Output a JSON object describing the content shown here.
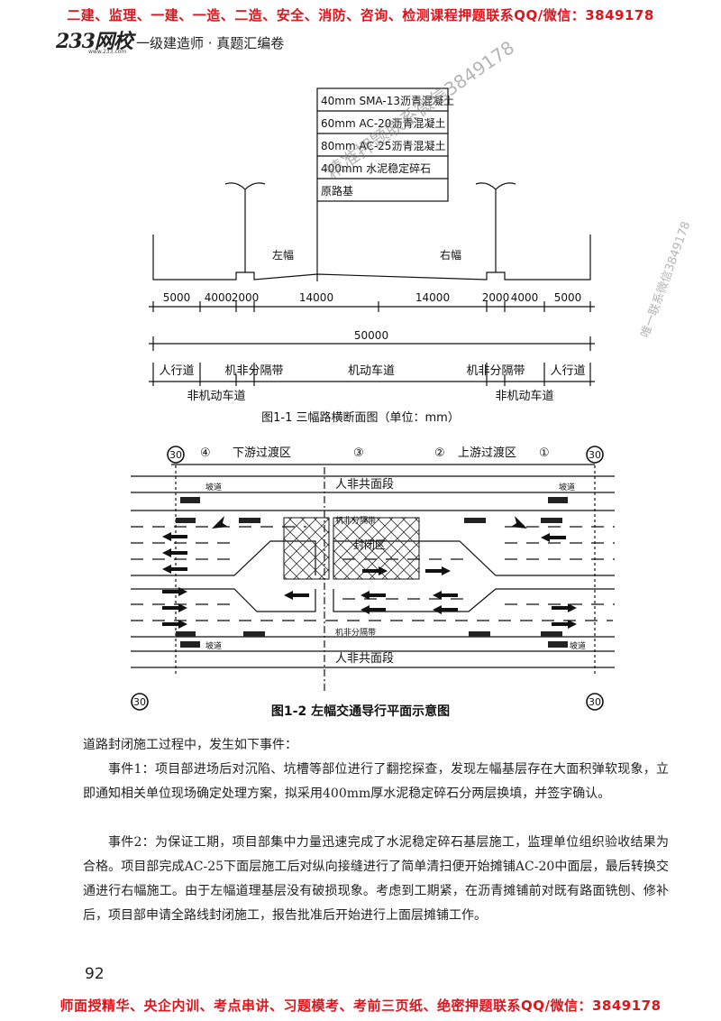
{
  "banner": {
    "top": "二建、监理、一建、一造、二造、安全、消防、咨询、检测课程押题联系QQ/微信：3849178",
    "bottom": "师面授精华、央企内训、考点串讲、习题模考、考前三页纸、绝密押题联系QQ/微信：3849178"
  },
  "brand": {
    "logo": "233网校",
    "subtitle": "一级建造师 · 真题汇编卷",
    "url": "www.233.com"
  },
  "figure1": {
    "layers": [
      "40mm SMA-13沥青混凝土",
      "60mm AC-20沥青混凝土",
      "80mm AC-25沥青混凝土",
      "400mm 水泥稳定碎石",
      "原路基"
    ],
    "left_label": "左幅",
    "right_label": "右幅",
    "dims": [
      "5000",
      "4000",
      "2000",
      "14000",
      "14000",
      "2000",
      "4000",
      "5000"
    ],
    "total": "50000",
    "zones": {
      "sidewalk_l": "人行道",
      "separator_l": "机非分隔带",
      "motor": "机动车道",
      "separator_r": "机非分隔带",
      "sidewalk_r": "人行道",
      "nonmotor_l": "非机动车道",
      "nonmotor_r": "非机动车道"
    },
    "caption": "图1-1 三幅路横断面图（单位：mm）"
  },
  "figure2": {
    "circle_left": "30",
    "circle_right": "30",
    "zone4": "④",
    "down_transition": "下游过渡区",
    "zone3": "③",
    "zone2": "②",
    "up_transition": "上游过渡区",
    "zone1": "①",
    "ramp": "坡道",
    "shared_section": "人非共面段",
    "separator": "机非分隔带",
    "closed_zone": "封闭区",
    "caption": "图1-2 左幅交通导行平面示意图"
  },
  "body": {
    "intro": "道路封闭施工过程中，发生如下事件：",
    "event1": "事件1：项目部进场后对沉陷、坑槽等部位进行了翻挖探查，发现左幅基层存在大面积弹软现象，立即通知相关单位现场确定处理方案，拟采用400mm厚水泥稳定碎石分两层换填，并签字确认。",
    "event2": "事件2：为保证工期，项目部集中力量迅速完成了水泥稳定碎石基层施工，监理单位组织验收结果为合格。项目部完成AC-25下面层施工后对纵向接缝进行了简单清扫便开始摊铺AC-20中面层，最后转换交通进行右幅施工。由于左幅道理基层没有破损现象。考虑到工期紧，在沥青摊铺前对既有路面铣刨、修补后，项目部申请全路线封闭施工，报告批准后开始进行上面层摊铺工作。"
  },
  "page_number": "92",
  "watermarks": {
    "diag": "精准押题联系微信3849178",
    "side": "唯一联系微信3849178"
  }
}
